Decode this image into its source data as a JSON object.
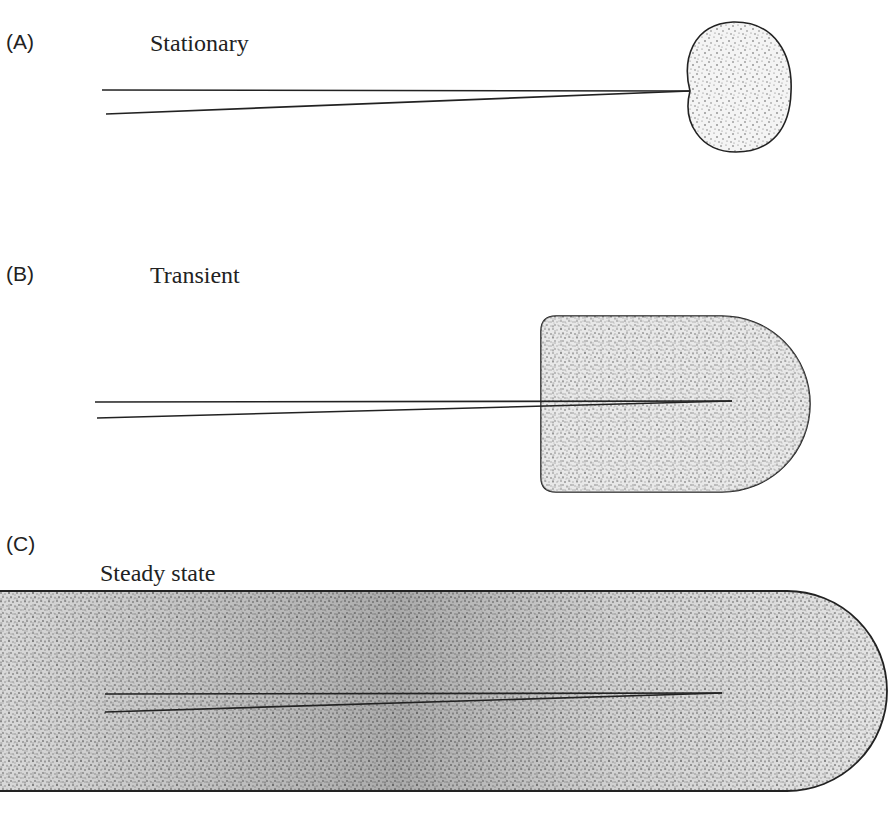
{
  "diagram": {
    "labels": [
      "(A)",
      "Stationary",
      "(B)",
      "Transient",
      "(C)",
      "Steady state"
    ]
  }
}
